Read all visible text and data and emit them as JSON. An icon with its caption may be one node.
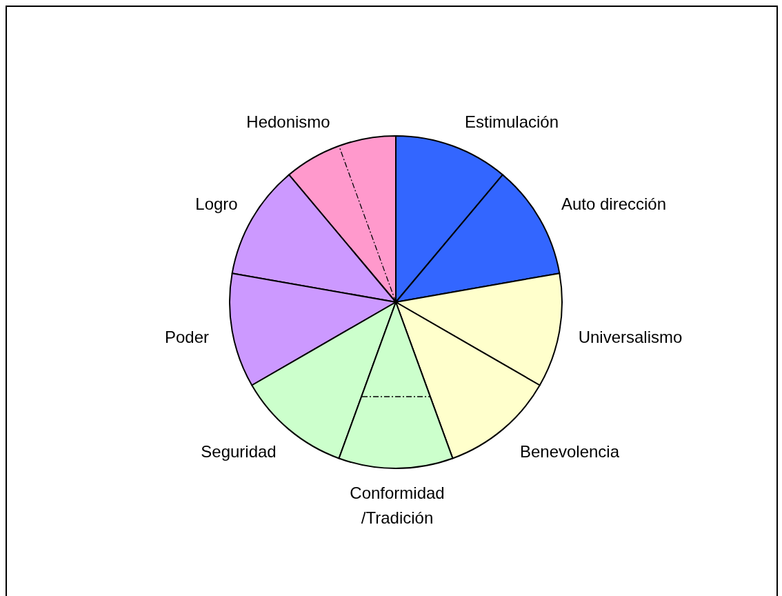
{
  "diagram": {
    "nodes": [
      {
        "text": [
          "Hedonismo"
        ]
      },
      {
        "text": [
          "Estimulación"
        ]
      },
      {
        "text": [
          "Logro"
        ]
      },
      {
        "text": [
          "Auto dirección"
        ]
      },
      {
        "text": [
          "Poder"
        ]
      },
      {
        "text": [
          "Universalismo"
        ]
      },
      {
        "text": [
          "Seguridad"
        ]
      },
      {
        "text": [
          "Benevolencia"
        ]
      },
      {
        "text": [
          "Conformidad /Tradición"
        ]
      }
    ]
  }
}
